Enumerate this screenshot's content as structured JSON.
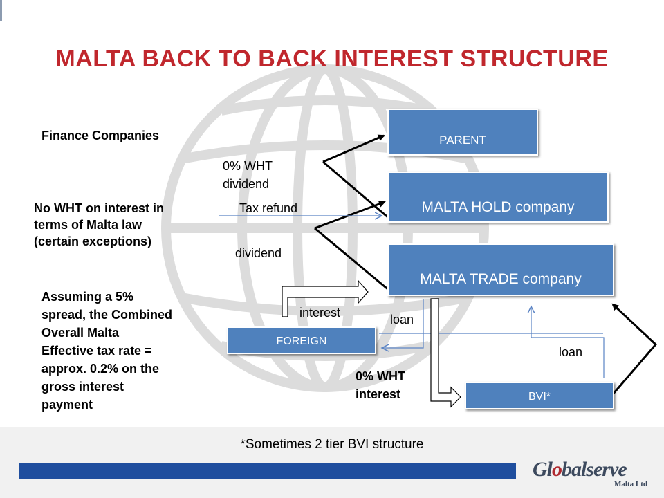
{
  "title": "MALTA BACK TO BACK INTEREST STRUCTURE",
  "boxes": {
    "parent": "PARENT",
    "malta_hold": "MALTA HOLD company",
    "malta_trade": "MALTA TRADE company",
    "foreign": "FOREIGN",
    "bvi": "BVI*"
  },
  "labels": {
    "finance_companies": "Finance Companies",
    "no_wht_line1": "No WHT on interest in",
    "no_wht_line2": "terms of Malta law",
    "no_wht_line3": "(certain exceptions)",
    "assuming_line1": "Assuming a 5%",
    "assuming_line2": "spread, the Combined",
    "assuming_line3": "Overall Malta",
    "assuming_line4": "Effective tax rate =",
    "assuming_line5": "approx. 0.2% on the",
    "assuming_line6": "gross interest",
    "assuming_line7": "payment",
    "wht_dividend_line1": "0% WHT",
    "wht_dividend_line2": "dividend",
    "tax_refund": "Tax refund",
    "dividend": "dividend",
    "interest": "interest",
    "loan_upper": "loan",
    "loan_right": "loan",
    "wht_interest_line1": "0% WHT",
    "wht_interest_line2": "interest"
  },
  "footer": {
    "footnote": "*Sometimes 2 tier BVI structure",
    "logo_brand_pre": "Gl",
    "logo_brand_o": "o",
    "logo_brand_mid": "bal",
    "logo_brand_post": "serve",
    "logo_sub": "Malta Ltd"
  },
  "colors": {
    "title": "#c0272d",
    "box_fill": "#4f81bd",
    "stripe": "#1f4e9e",
    "arrow_blue": "#5b84c4"
  }
}
